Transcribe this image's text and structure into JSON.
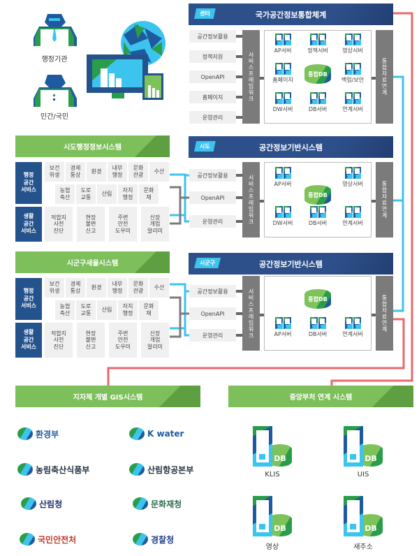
{
  "actors": [
    {
      "label": "행정기관"
    },
    {
      "label": "민간/국민"
    }
  ],
  "tiers": [
    {
      "badge": "센터",
      "title": "국가공간정보통합체계",
      "services": [
        "공간정보활용",
        "정책지원",
        "OpenAPI",
        "홈페이지",
        "운영관리"
      ],
      "framework": "서비스프레임워크",
      "link": "통합자료연계",
      "servers": [
        {
          "label": "AP서버"
        },
        {
          "label": "정책서버"
        },
        {
          "label": "영상서버"
        },
        {
          "label": "홈페이지"
        },
        {
          "label": "통합DB",
          "db": true
        },
        {
          "label": "백업/보안"
        },
        {
          "label": "DW서버"
        },
        {
          "label": "DB서버"
        },
        {
          "label": "연계서버"
        }
      ]
    },
    {
      "badge": "시도",
      "title": "공간정보기반시스템",
      "services": [
        "공간정보활용",
        "OpenAPI",
        "운영관리"
      ],
      "framework": "서비스프레임워크",
      "link": "통합자료연계",
      "servers": [
        {
          "label": "AP서버"
        },
        {
          "label": "영상서버"
        },
        {
          "label": "통합DB",
          "db": true
        },
        {
          "label": "DW서버"
        },
        {
          "label": "DB서버"
        },
        {
          "label": "연계서버"
        }
      ]
    },
    {
      "badge": "시군구",
      "title": "공간정보기반시스템",
      "services": [
        "공간정보활용",
        "OpenAPI",
        "운영관리"
      ],
      "framework": "서비스프레임워크",
      "link": "통합자료연계",
      "servers": [
        {
          "label": "통합DB",
          "db": true
        },
        {
          "label": "AP서버"
        },
        {
          "label": "DB서버"
        },
        {
          "label": "연계서버"
        }
      ]
    }
  ],
  "local_systems": [
    {
      "title": "시도행정정보시스템",
      "admin_label": "행정\n공간\n서비스",
      "admin_row1": [
        "보건\n위생",
        "경제\n통상",
        "환경",
        "내부\n행정",
        "문화\n관광",
        "수산"
      ],
      "admin_row2": [
        "농협\n축산",
        "도로\n교통",
        "산림",
        "자치\n행정",
        "문화\n재"
      ],
      "life_label": "생활\n공간\n서비스",
      "life": [
        "적합지\n사전\n진단",
        "현장\n불편\n신고",
        "주변\n안전\n도우미",
        "신장\n개업\n알리미"
      ]
    },
    {
      "title": "시군구새울시스템",
      "admin_label": "행정\n공간\n서비스",
      "admin_row1": [
        "보건\n위생",
        "경제\n통상",
        "환경",
        "내부\n행정",
        "문화\n관광",
        "수산"
      ],
      "admin_row2": [
        "농협\n축산",
        "도로\n교통",
        "산림",
        "자치\n행정",
        "문화\n재"
      ],
      "life_label": "생활\n공간\n서비스",
      "life": [
        "적합지\n사전\n진단",
        "현장\n불편\n신고",
        "주변\n안전\n도우미",
        "신장\n개업\n알리미"
      ]
    }
  ],
  "gis": {
    "title": "지자체 개별 GIS시스템",
    "logos": [
      "환경부",
      "K water",
      "농림축산식품부",
      "산림항공본부",
      "산림청",
      "문화재청",
      "국민안전처",
      "경찰청"
    ]
  },
  "central": {
    "title": "중앙부처 연계 시스템",
    "items": [
      "KLIS",
      "UIS",
      "영상",
      "새주소"
    ]
  },
  "colors": {
    "navy": "#2d4f8a",
    "green": "#7dbf5a",
    "cyan": "#3cc3ee",
    "red": "#e86a6a",
    "gray": "#7b7b7b"
  }
}
